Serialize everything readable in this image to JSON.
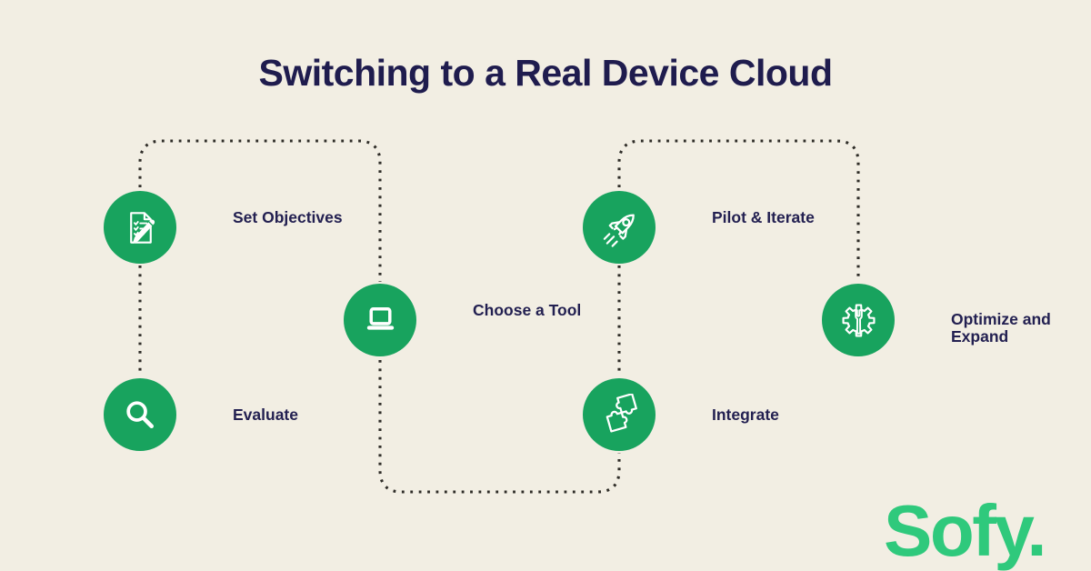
{
  "title": "Switching to a Real Device Cloud",
  "brand": {
    "logo_text": "Sofy."
  },
  "colors": {
    "background": "#f2eee3",
    "circle_green": "#18a35e",
    "logo_green": "#2fc97c",
    "text_navy": "#1f1c4e",
    "dot_color": "#2e2c27"
  },
  "steps": [
    {
      "label": "Set Objectives",
      "icon": "document-pencil-icon"
    },
    {
      "label": "Evaluate",
      "icon": "magnifier-icon"
    },
    {
      "label": "Choose a Tool",
      "icon": "laptop-icon"
    },
    {
      "label": "Integrate",
      "icon": "puzzle-icon"
    },
    {
      "label": "Pilot & Iterate",
      "icon": "rocket-icon"
    },
    {
      "label": "Optimize and Expand",
      "icon": "gear-wrench-icon"
    }
  ]
}
